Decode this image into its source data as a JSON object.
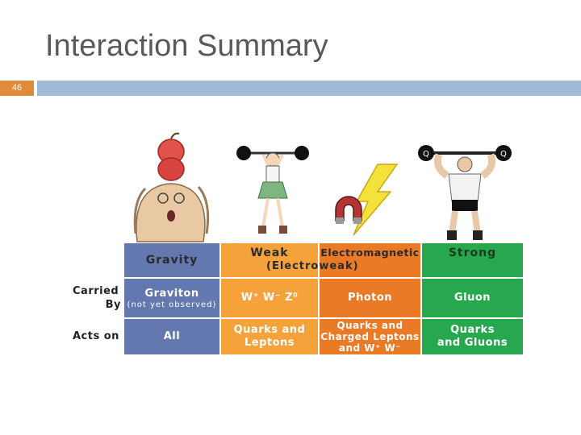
{
  "slide": {
    "title": "Interaction Summary",
    "number": "46"
  },
  "table": {
    "headers": {
      "gravity": "Gravity",
      "weak": "Weak",
      "electromagnetic": "Electromagnetic",
      "strong": "Strong",
      "electroweak": "(Electroweak)"
    },
    "rows": {
      "carried_by_label_1": "Carried",
      "carried_by_label_2": "By",
      "acts_on_label": "Acts on"
    },
    "carried_by": {
      "gravity": "Graviton",
      "gravity_note": "(not yet observed)",
      "weak": "W⁺ W⁻ Z⁰",
      "electromagnetic": "Photon",
      "strong": "Gluon"
    },
    "acts_on": {
      "gravity": "All",
      "weak_1": "Quarks and",
      "weak_2": "Leptons",
      "em_1": "Quarks and",
      "em_2": "Charged Leptons",
      "em_3": "and W⁺ W⁻",
      "strong_1": "Quarks",
      "strong_2": "and Gluons"
    }
  },
  "colors": {
    "gravity": "#6478b0",
    "weak": "#f5a23a",
    "electromagnetic": "#ea7a25",
    "strong": "#28a84e",
    "title_bar": "#9fbbd6",
    "number_box": "#e08a3c"
  }
}
